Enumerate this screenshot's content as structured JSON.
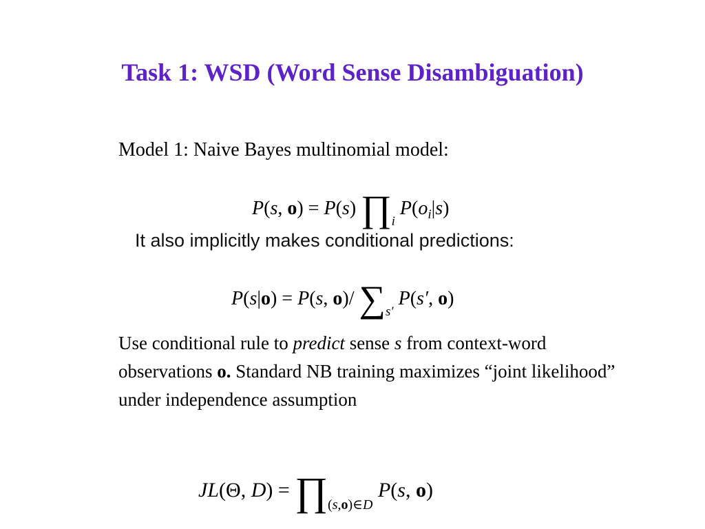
{
  "slide": {
    "title": "Task 1: WSD (Word Sense Disambiguation)",
    "title_color": "#5d22c8",
    "subtitle": "Model 1: Naive Bayes multinomial model:",
    "equations": {
      "joint": {
        "lhs_P": "P",
        "lhs_open": "(",
        "lhs_s": "s",
        "lhs_comma": ",",
        "lhs_o": "o",
        "lhs_close": ")",
        "eq": "=",
        "rhs_P": "P",
        "rhs_open": "(",
        "rhs_s": "s",
        "rhs_close": ")",
        "prod": "∏",
        "prod_sub": "i",
        "fac_P": "P",
        "fac_open": "(",
        "fac_o": "o",
        "fac_i": "i",
        "fac_bar": "|",
        "fac_s": "s",
        "fac_close": ")"
      },
      "conditional": {
        "lhs_P": "P",
        "lhs_open": "(",
        "lhs_s": "s",
        "lhs_bar": "|",
        "lhs_o": "o",
        "lhs_close": ")",
        "eq": "=",
        "num_P": "P",
        "num_open": "(",
        "num_s": "s",
        "num_comma": ",",
        "num_o": "o",
        "num_close": ")",
        "slash": "/",
        "sum": "∑",
        "sum_sub": "s′",
        "den_P": "P",
        "den_open": "(",
        "den_s": "s′",
        "den_comma": ",",
        "den_o": "o",
        "den_close": ")"
      },
      "likelihood": {
        "J": "J",
        "L": "L",
        "open": "(",
        "theta": "Θ",
        "comma": ",",
        "D": "D",
        "close": ")",
        "eq": "=",
        "prod": "∏",
        "sub_open": "(",
        "sub_s": "s",
        "sub_comma": ",",
        "sub_o": "o",
        "sub_close": ")",
        "sub_in": "∈",
        "sub_D": "D",
        "P": "P",
        "p_open": "(",
        "p_s": "s",
        "p_comma": ",",
        "p_o": "o",
        "p_close": ")"
      }
    },
    "note": "It also implicitly makes conditional predictions:",
    "paragraph": {
      "t1": "Use conditional rule to ",
      "t2": "predict",
      "t3": " sense ",
      "t4": "s",
      "t5": " from context-word observations ",
      "t6": "o.",
      "t7": "  Standard NB training maximizes “joint likelihood” under independence assumption"
    }
  }
}
